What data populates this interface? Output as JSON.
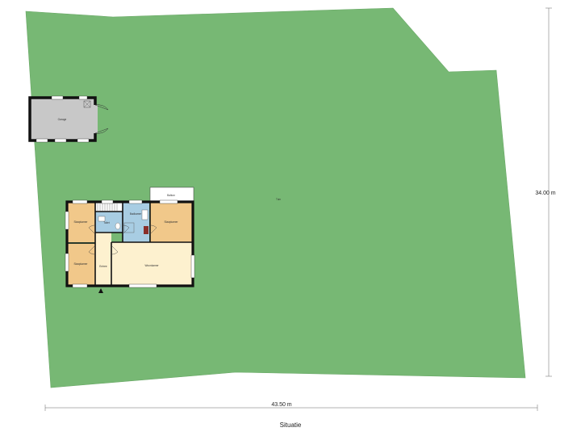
{
  "caption": "Situatie",
  "dimensions": {
    "width": "43.50 m",
    "height": "34.00 m"
  },
  "labels": {
    "garden": "Tuin",
    "garage": "Garage",
    "balcony": "Balkon",
    "bedroom_top_left": "Slaapkamer",
    "bedroom_bottom_left": "Slaapkamer",
    "bedroom_right": "Slaapkamer",
    "toilet": "Toilet",
    "bathroom": "Badkamer",
    "hallway": "Entree",
    "living_room": "Woonkamer"
  },
  "colors": {
    "garden": "#77b874",
    "garage": "#c8c8c8",
    "bedroom": "#f1c88a",
    "bathroom": "#a8cde3",
    "living": "#fdf1cf",
    "hall": "#fdf1cf",
    "wall": "#111111"
  }
}
